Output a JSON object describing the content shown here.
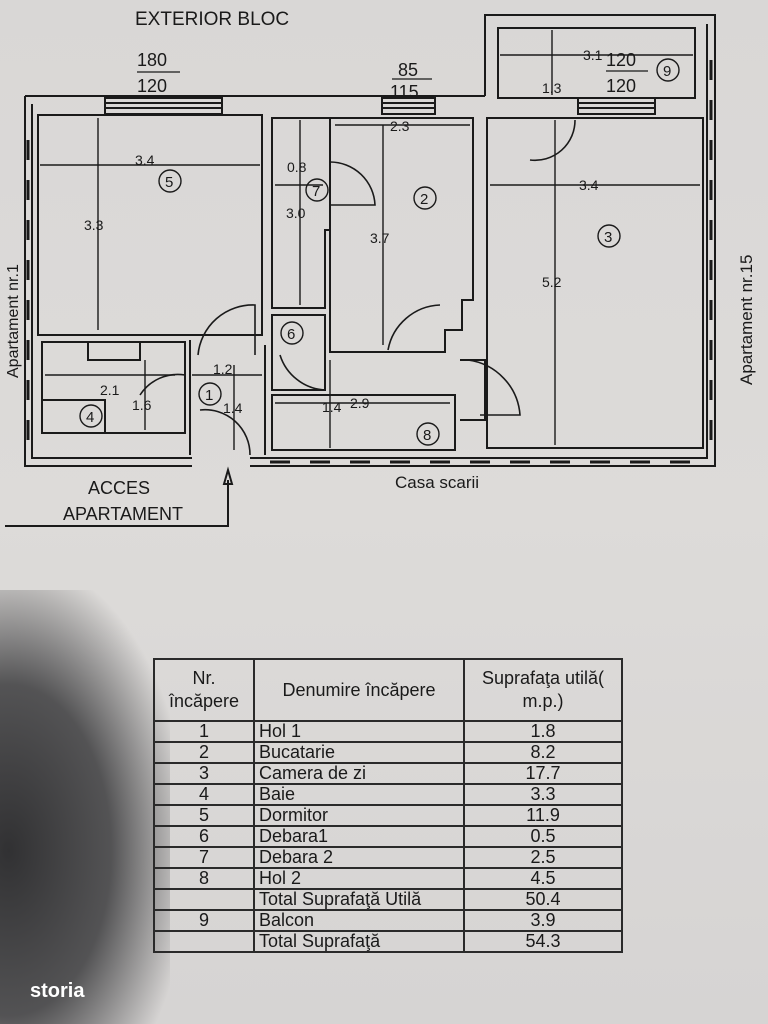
{
  "plan": {
    "exterior_label": "EXTERIOR BLOC",
    "stair_label": "Casa scarii",
    "access_label_1": "ACCES",
    "access_label_2": "APARTAMENT",
    "left_neighbor": "Apartament nr.1",
    "right_neighbor": "Apartament nr.15",
    "windows": [
      {
        "top": "180",
        "bottom": "120"
      },
      {
        "top": "85",
        "bottom": "115"
      },
      {
        "top": "120",
        "bottom": "120"
      }
    ],
    "room_numbers": [
      "1",
      "2",
      "3",
      "4",
      "5",
      "6",
      "7",
      "8",
      "9"
    ],
    "dimensions": {
      "r5_w": "3.4",
      "r5_h": "3.3",
      "r7_w": "0.8",
      "r7_h": "3.0",
      "r2_w": "2.3",
      "r2_h": "3.7",
      "r3_w": "3.4",
      "r3_h": "5.2",
      "r9_w": "3.1",
      "r9_h": "1.3",
      "r4_w": "2.1",
      "r4_h": "1.6",
      "r1_w": "1.2",
      "r1_h": "1.4",
      "r8_w": "2.9",
      "r8_h": "1.4"
    }
  },
  "table": {
    "headers": [
      "Nr. încăpere",
      "Denumire încăpere",
      "Suprafaţa utilă( m.p.)"
    ],
    "rows": [
      {
        "nr": "1",
        "name": "Hol 1",
        "area": "1.8"
      },
      {
        "nr": "2",
        "name": "Bucatarie",
        "area": "8.2"
      },
      {
        "nr": "3",
        "name": "Camera de zi",
        "area": "17.7"
      },
      {
        "nr": "4",
        "name": "Baie",
        "area": "3.3"
      },
      {
        "nr": "5",
        "name": "Dormitor",
        "area": "11.9"
      },
      {
        "nr": "6",
        "name": "Debara1",
        "area": "0.5"
      },
      {
        "nr": "7",
        "name": "Debara 2",
        "area": "2.5"
      },
      {
        "nr": "8",
        "name": "Hol 2",
        "area": "4.5"
      },
      {
        "nr": "",
        "name": "Total Suprafaţă Utilă",
        "area": "50.4"
      },
      {
        "nr": "9",
        "name": "Balcon",
        "area": "3.9"
      },
      {
        "nr": "",
        "name": "Total Suprafaţă",
        "area": "54.3"
      }
    ]
  },
  "watermark": "storia"
}
